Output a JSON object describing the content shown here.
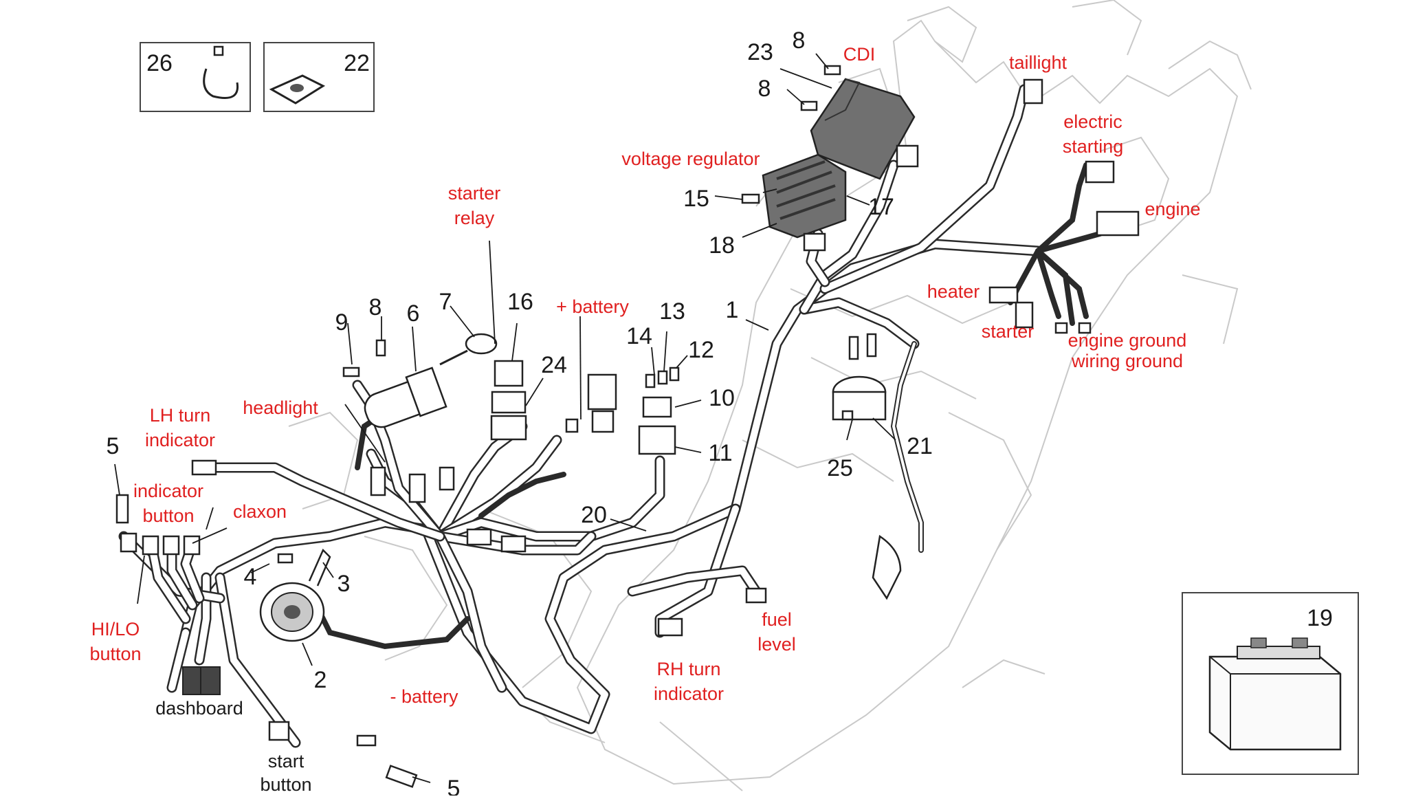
{
  "numbers": {
    "n1": "1",
    "n2": "2",
    "n3": "3",
    "n4": "4",
    "n5a": "5",
    "n5b": "5",
    "n6": "6",
    "n7": "7",
    "n8a": "8",
    "n8b": "8",
    "n8c": "8",
    "n9": "9",
    "n10": "10",
    "n11": "11",
    "n12": "12",
    "n13": "13",
    "n14": "14",
    "n15": "15",
    "n16": "16",
    "n17": "17",
    "n18": "18",
    "n19": "19",
    "n20": "20",
    "n21": "21",
    "n22": "22",
    "n23": "23",
    "n24": "24",
    "n25": "25",
    "n26": "26"
  },
  "labels": {
    "cdi": "CDI",
    "taillight": "taillight",
    "electric_starting": [
      "electric",
      "starting"
    ],
    "voltage_regulator": "voltage regulator",
    "engine": "engine",
    "starter_relay": [
      "starter",
      "relay"
    ],
    "plus_battery": "+ battery",
    "heater": "heater",
    "starter": "starter",
    "engine_ground": "engine ground",
    "wiring_ground": "wiring ground",
    "lh_turn_indicator": [
      "LH turn",
      "indicator"
    ],
    "headlight": "headlight",
    "indicator_button": [
      "indicator",
      "button"
    ],
    "claxon": "claxon",
    "hi_lo_button": [
      "HI/LO",
      "button"
    ],
    "dashboard": "dashboard",
    "minus_battery": "- battery",
    "start_button": [
      "start",
      "button"
    ],
    "rh_turn_indicator": [
      "RH turn",
      "indicator"
    ],
    "fuel_level": [
      "fuel",
      "level"
    ]
  },
  "colors": {
    "label_red": "#e02020",
    "number_black": "#1a1a1a",
    "frame_grey": "#c9c9c9",
    "cdi_grey": "#707070"
  }
}
